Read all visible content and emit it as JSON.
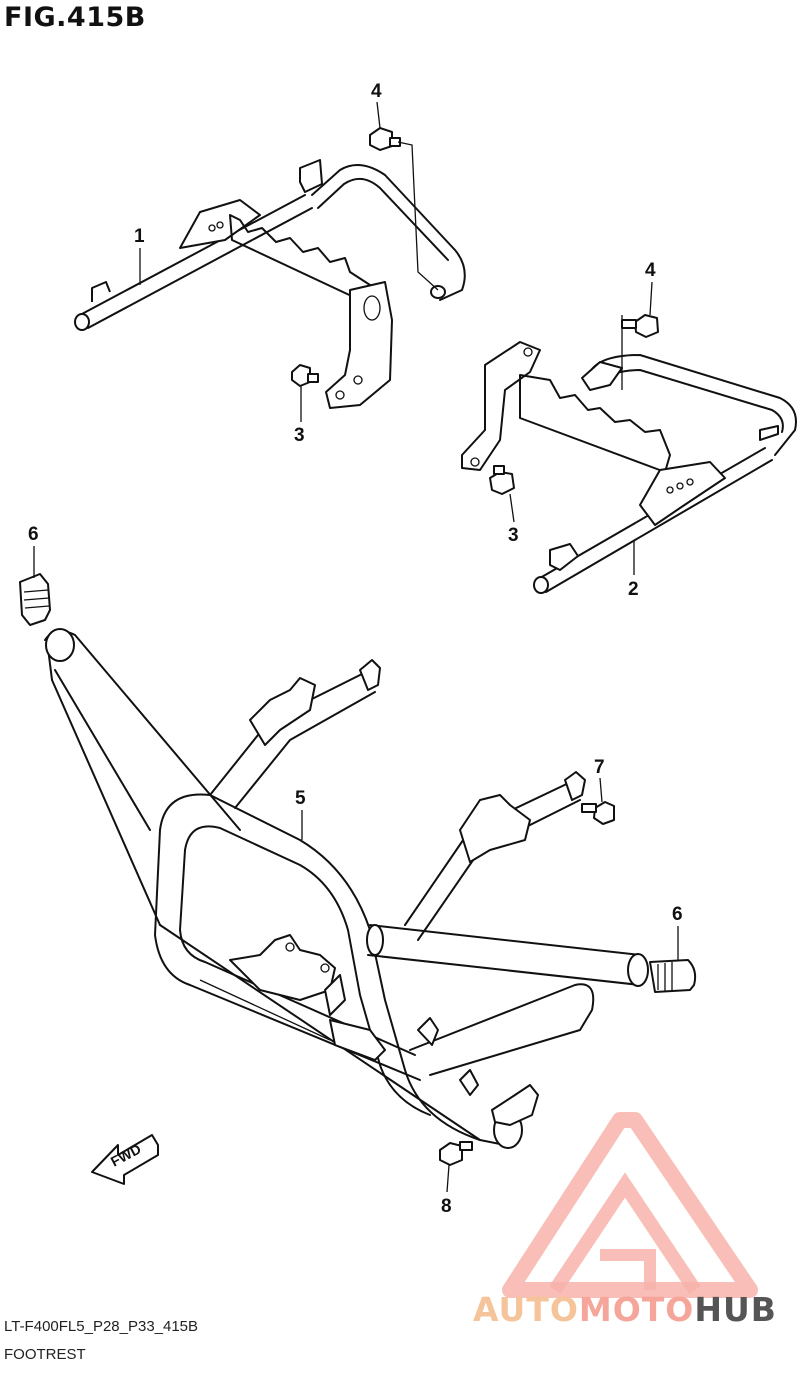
{
  "figure": {
    "title": "FIG.415B",
    "code": "LT-F400FL5_P28_P33_415B",
    "caption": "FOOTREST"
  },
  "callouts": [
    {
      "id": "1",
      "label": "1"
    },
    {
      "id": "4a",
      "label": "4"
    },
    {
      "id": "3a",
      "label": "3"
    },
    {
      "id": "4b",
      "label": "4"
    },
    {
      "id": "3b",
      "label": "3"
    },
    {
      "id": "2",
      "label": "2"
    },
    {
      "id": "6a",
      "label": "6"
    },
    {
      "id": "5",
      "label": "5"
    },
    {
      "id": "7",
      "label": "7"
    },
    {
      "id": "6b",
      "label": "6"
    },
    {
      "id": "8",
      "label": "8"
    }
  ],
  "fwd_label": "FWD",
  "watermark": {
    "part1": "AUTO",
    "part2": "MOTO",
    "part3": "HUB"
  },
  "colors": {
    "line": "#111111",
    "wm_orange": "#f6c49a",
    "wm_red": "#f5a59a",
    "wm_gray": "#555555"
  }
}
